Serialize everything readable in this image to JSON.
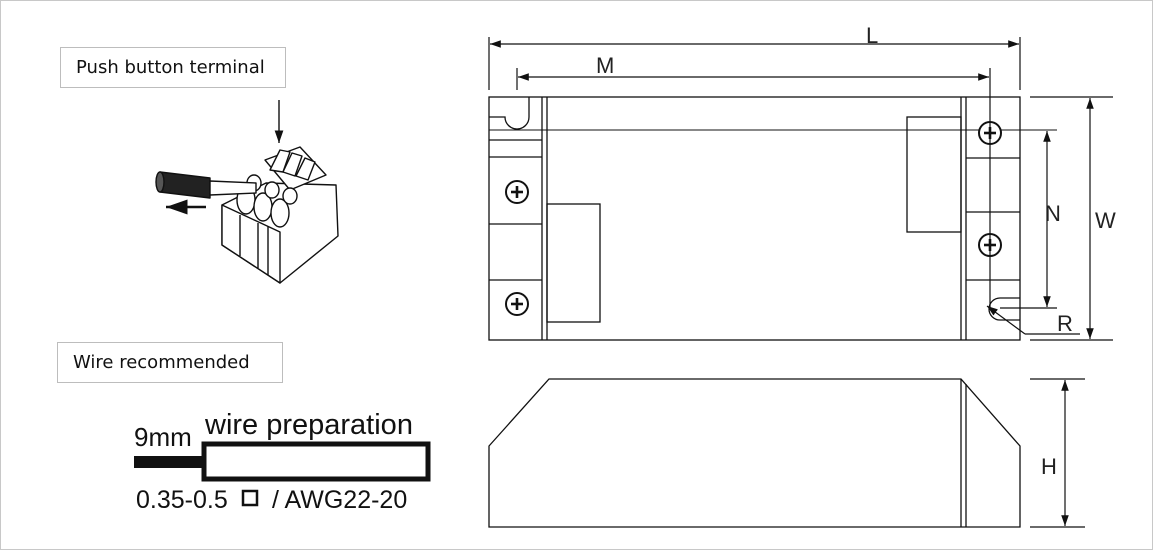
{
  "labels": {
    "push_button_terminal": "Push button terminal",
    "wire_recommended": "Wire recommended"
  },
  "wire": {
    "strip_length": "9mm",
    "preparation": "wire preparation",
    "spec_prefix": "0.35-0.5",
    "spec_suffix": "/ AWG22-20"
  },
  "dimensions": {
    "L": "L",
    "M": "M",
    "N": "N",
    "W": "W",
    "R": "R",
    "H": "H"
  },
  "colors": {
    "line": "#111111",
    "border": "#bdbdbd"
  }
}
